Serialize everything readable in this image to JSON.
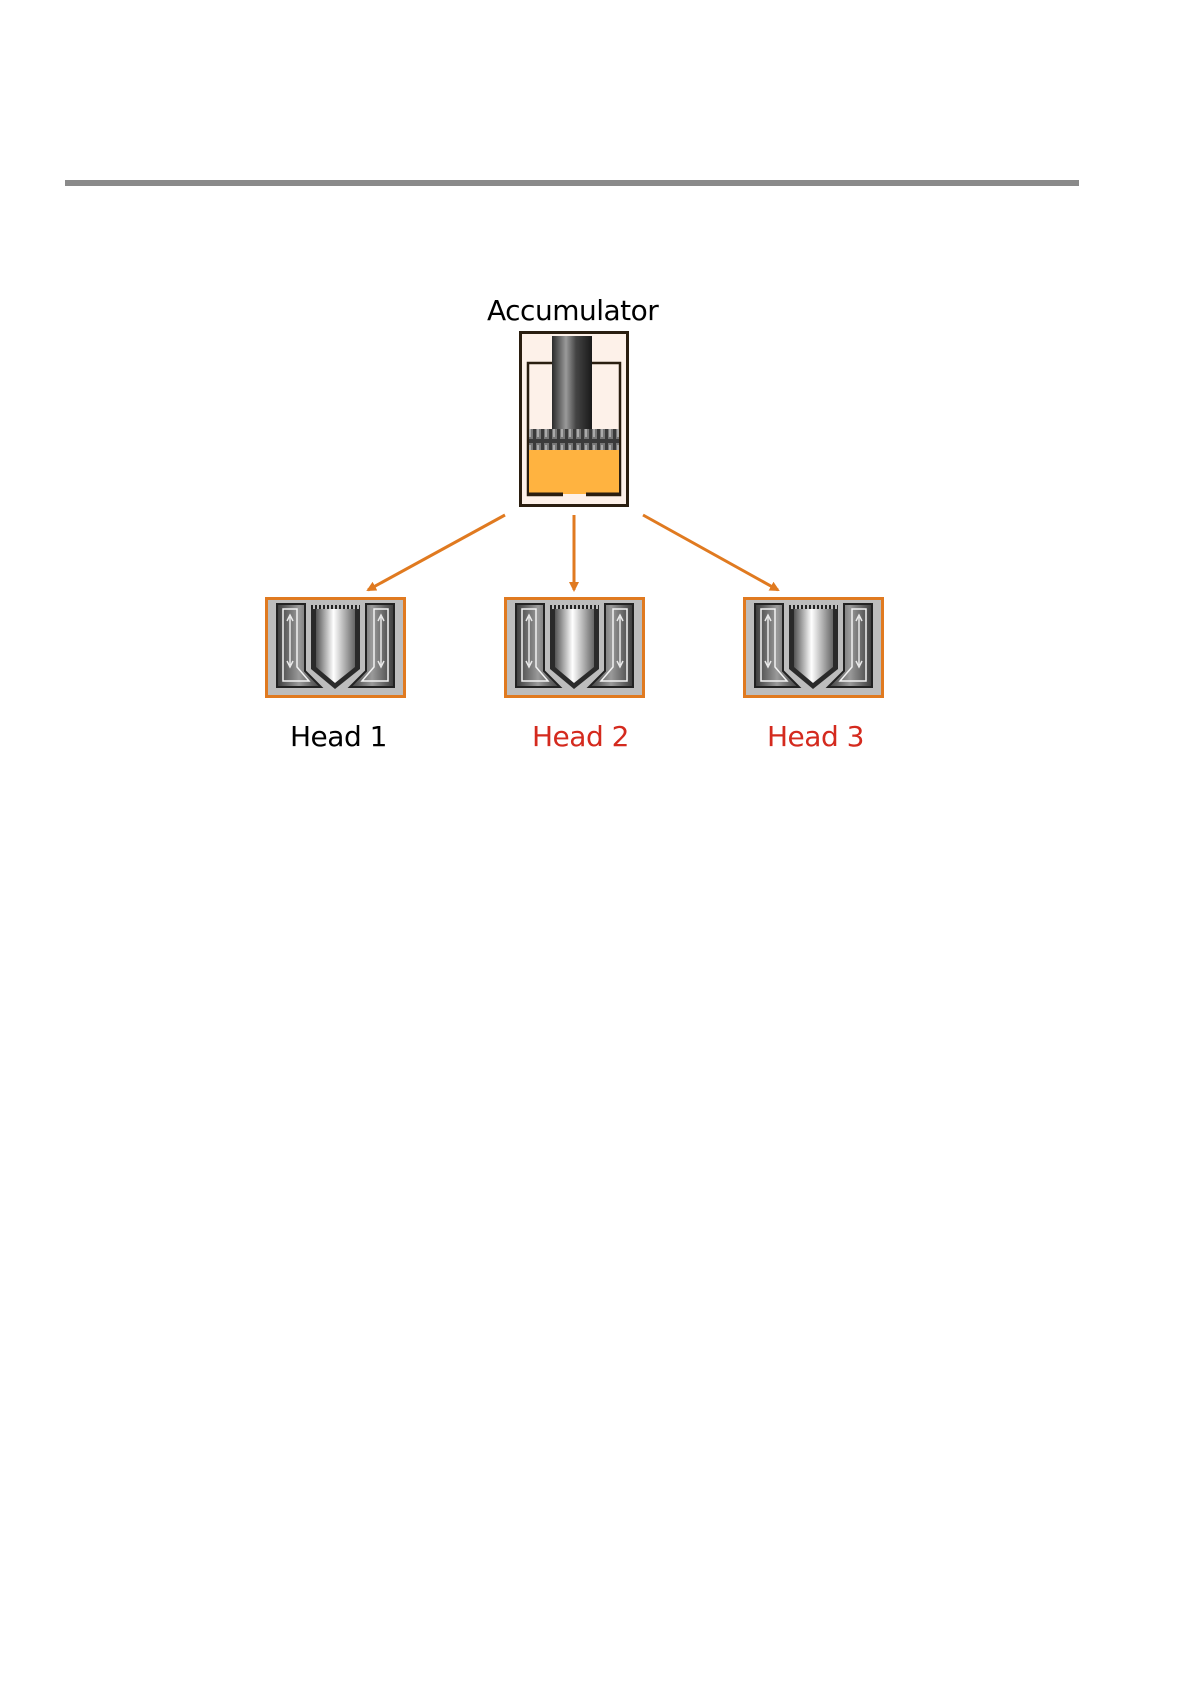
{
  "diagram": {
    "accumulator": {
      "label": "Accumulator",
      "icon": "accumulator-icon",
      "fill_color": "#ffb340",
      "frame_color": "#2a1e10"
    },
    "heads": [
      {
        "label": "Head 1",
        "icon": "extrusion-head-icon",
        "label_color": "#000000"
      },
      {
        "label": "Head 2",
        "icon": "extrusion-head-icon",
        "label_color": "#d42a1e"
      },
      {
        "label": "Head 3",
        "icon": "extrusion-head-icon",
        "label_color": "#d42a1e"
      }
    ],
    "arrow_color": "#e07a20",
    "head_frame_color": "#e07a20",
    "rule_color": "#8a8a8a"
  }
}
